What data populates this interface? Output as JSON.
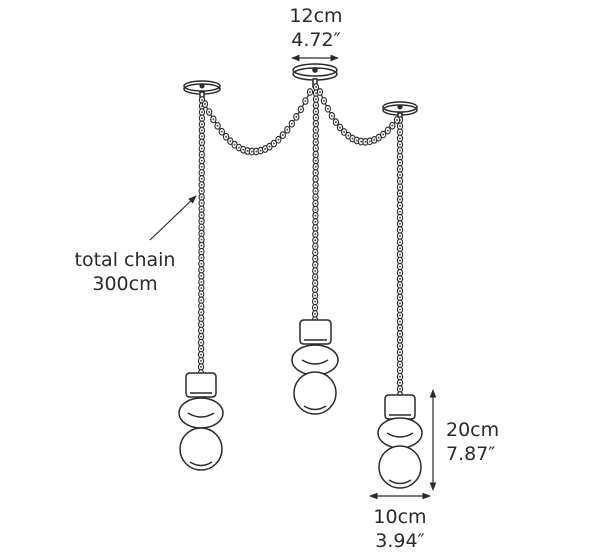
{
  "dimensions": {
    "canopy_width_cm": "12cm",
    "canopy_width_in": "4.72″",
    "chain_label_line1": "total chain",
    "chain_label_line2": "300cm",
    "shade_height_cm": "20cm",
    "shade_height_in": "7.87″",
    "shade_width_cm": "10cm",
    "shade_width_in": "3.94″"
  },
  "colors": {
    "stroke": "#2a2a2a",
    "bead_fill": "#555555",
    "background": "#ffffff"
  }
}
